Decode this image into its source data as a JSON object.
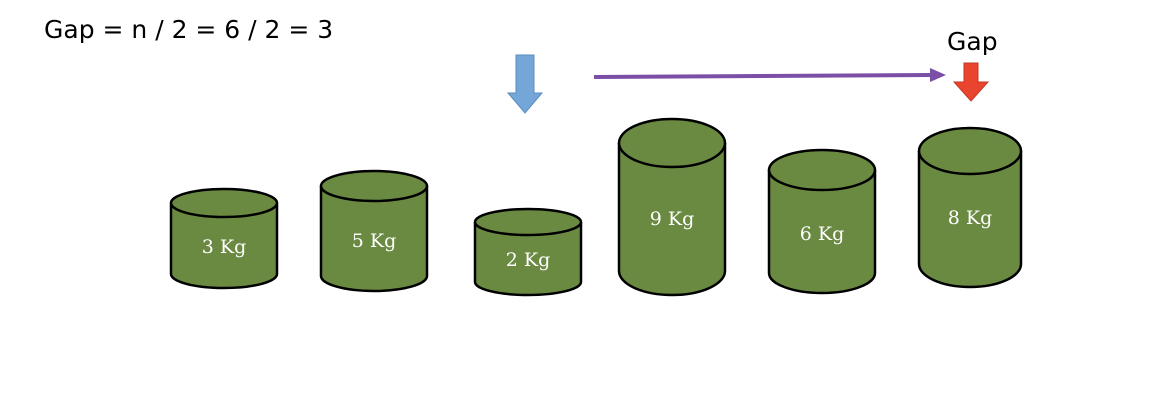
{
  "formula": "Gap = n / 2 = 6 / 2 = 3",
  "gap_label": "Gap",
  "colors": {
    "cylinder_fill": "#6a8a42",
    "cylinder_stroke": "#000000",
    "compare_arrow": "#74a7d8",
    "gap_arrow": "#e8442e",
    "range_arrow": "#7c4fa6"
  },
  "weights": [
    {
      "label": "3 Kg"
    },
    {
      "label": "5 Kg"
    },
    {
      "label": "2 Kg"
    },
    {
      "label": "9 Kg"
    },
    {
      "label": "6 Kg"
    },
    {
      "label": "8 Kg"
    }
  ]
}
